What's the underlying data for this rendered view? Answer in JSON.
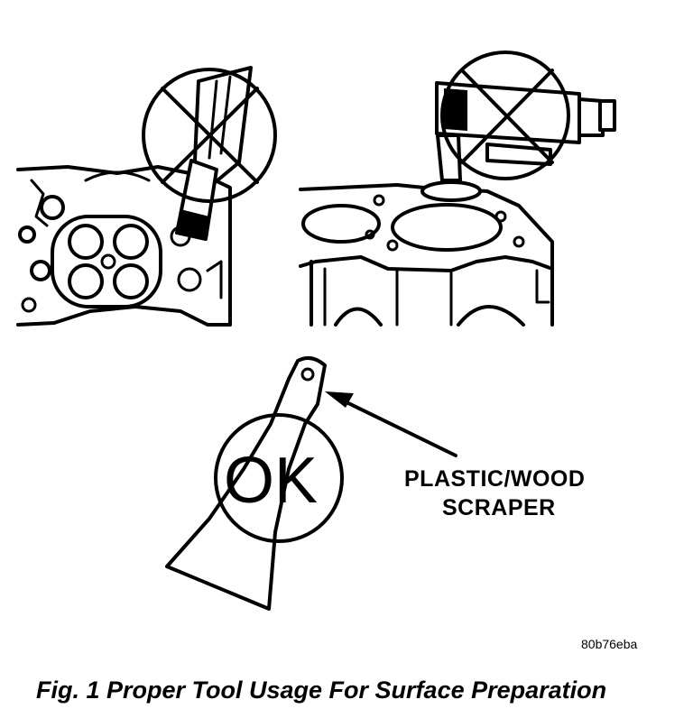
{
  "labels": {
    "scraper_line1": "PLASTIC/WOOD",
    "scraper_line2": "SCRAPER",
    "ok_text": "OK",
    "reference_code": "80b76eba",
    "caption": "Fig. 1 Proper Tool Usage For Surface Preparation"
  },
  "icons": [
    "prohibited-screwdriver-icon",
    "prohibited-power-tool-icon",
    "ok-scraper-icon"
  ],
  "colors": {
    "ink": "#000000",
    "paper": "#ffffff"
  }
}
